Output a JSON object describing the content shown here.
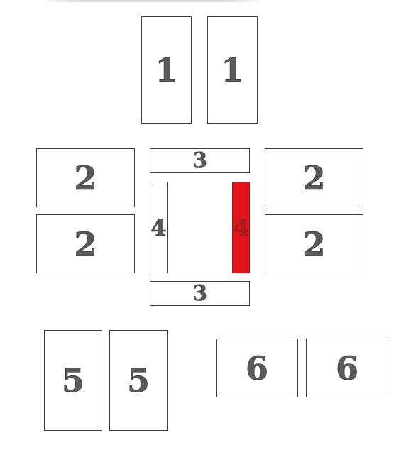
{
  "diagram": {
    "highlight_color": "#e4141b",
    "pieces": [
      {
        "id": "1a",
        "label": "1",
        "highlighted": false
      },
      {
        "id": "1b",
        "label": "1",
        "highlighted": false
      },
      {
        "id": "2a",
        "label": "2",
        "highlighted": false
      },
      {
        "id": "2b",
        "label": "2",
        "highlighted": false
      },
      {
        "id": "2c",
        "label": "2",
        "highlighted": false
      },
      {
        "id": "2d",
        "label": "2",
        "highlighted": false
      },
      {
        "id": "3a",
        "label": "3",
        "highlighted": false
      },
      {
        "id": "3b",
        "label": "3",
        "highlighted": false
      },
      {
        "id": "4a",
        "label": "4",
        "highlighted": false
      },
      {
        "id": "4b",
        "label": "4",
        "highlighted": true
      },
      {
        "id": "5a",
        "label": "5",
        "highlighted": false
      },
      {
        "id": "5b",
        "label": "5",
        "highlighted": false
      },
      {
        "id": "6a",
        "label": "6",
        "highlighted": false
      },
      {
        "id": "6b",
        "label": "6",
        "highlighted": false
      }
    ]
  }
}
